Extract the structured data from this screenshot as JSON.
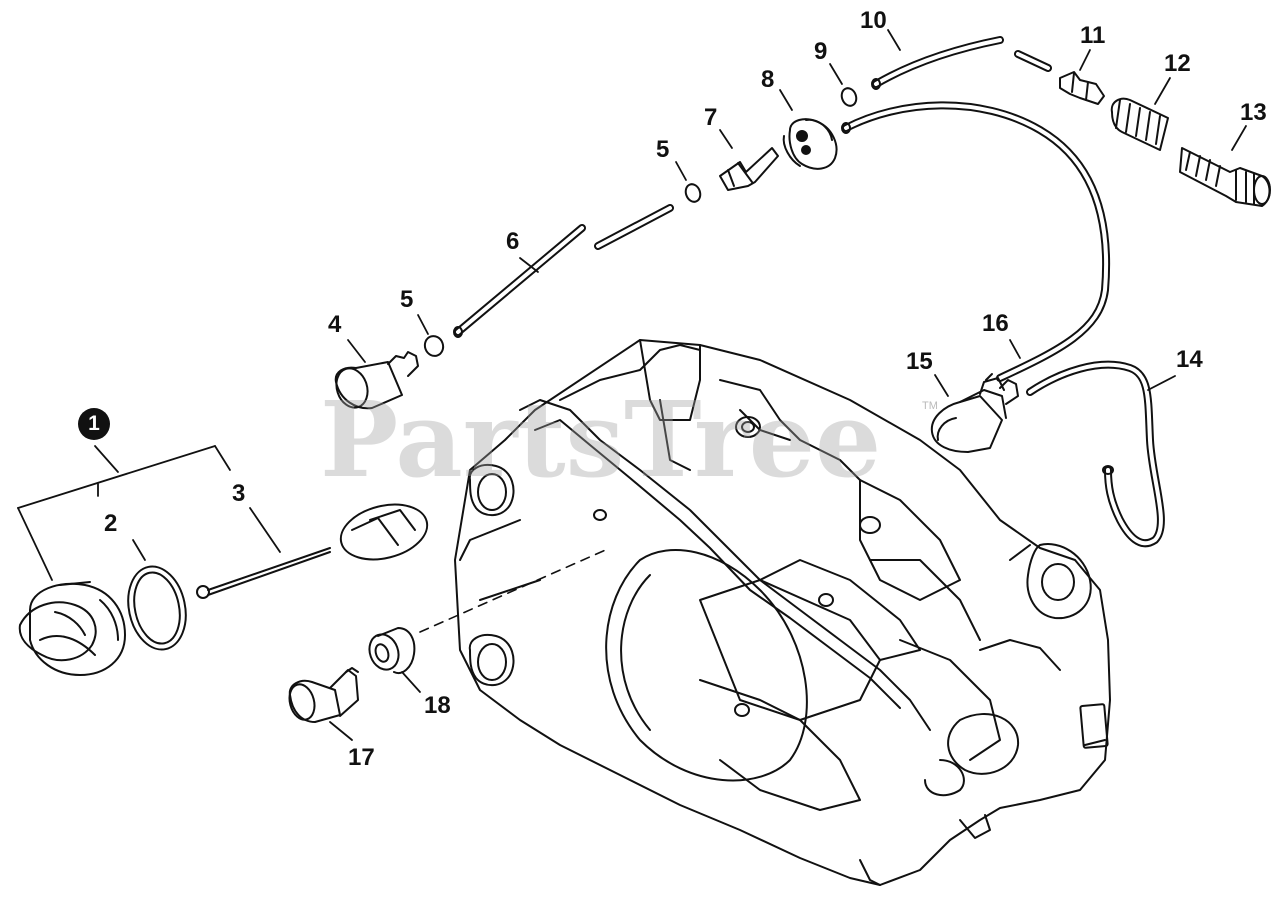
{
  "watermark": {
    "text": "PartsTree",
    "tm": "TM"
  },
  "callouts": {
    "c1": "1",
    "c2": "2",
    "c3": "3",
    "c4": "4",
    "c5a": "5",
    "c5b": "5",
    "c6": "6",
    "c7": "7",
    "c8": "8",
    "c9": "9",
    "c10": "10",
    "c11": "11",
    "c12": "12",
    "c13": "13",
    "c14": "14",
    "c15": "15",
    "c16": "16",
    "c17": "17",
    "c18": "18"
  },
  "colors": {
    "ink": "#111111",
    "paper": "#ffffff",
    "watermark": "#a0a0a0"
  }
}
